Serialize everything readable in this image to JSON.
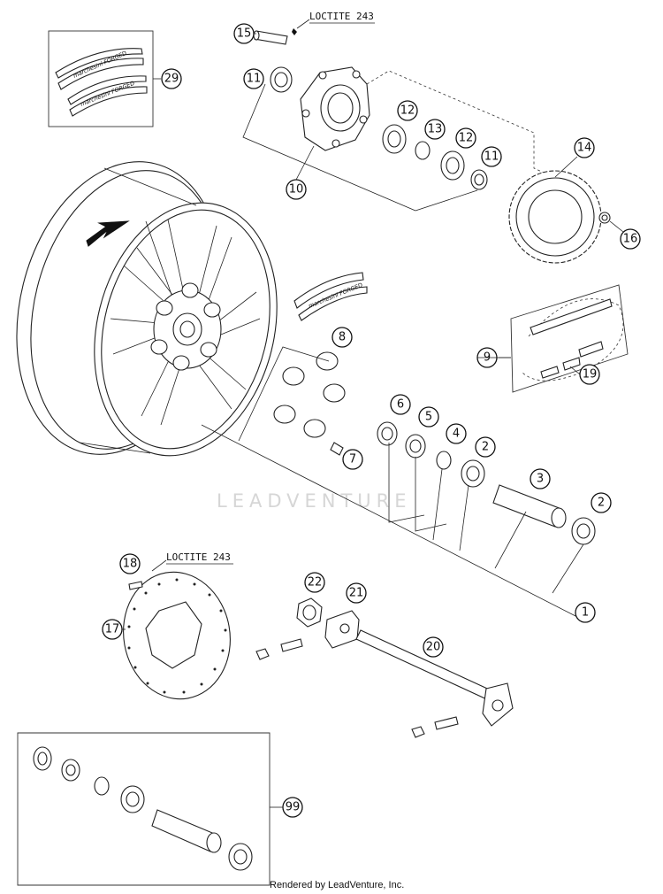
{
  "callouts": [
    {
      "id": "1",
      "label": "1"
    },
    {
      "id": "2a",
      "label": "2"
    },
    {
      "id": "2b",
      "label": "2"
    },
    {
      "id": "3",
      "label": "3"
    },
    {
      "id": "4",
      "label": "4"
    },
    {
      "id": "5",
      "label": "5"
    },
    {
      "id": "6",
      "label": "6"
    },
    {
      "id": "7",
      "label": "7"
    },
    {
      "id": "8",
      "label": "8"
    },
    {
      "id": "9",
      "label": "9"
    },
    {
      "id": "10",
      "label": "10"
    },
    {
      "id": "11a",
      "label": "11"
    },
    {
      "id": "11b",
      "label": "11"
    },
    {
      "id": "12a",
      "label": "12"
    },
    {
      "id": "12b",
      "label": "12"
    },
    {
      "id": "13",
      "label": "13"
    },
    {
      "id": "14",
      "label": "14"
    },
    {
      "id": "15",
      "label": "15"
    },
    {
      "id": "16",
      "label": "16"
    },
    {
      "id": "17",
      "label": "17"
    },
    {
      "id": "18",
      "label": "18"
    },
    {
      "id": "19",
      "label": "19"
    },
    {
      "id": "20",
      "label": "20"
    },
    {
      "id": "21",
      "label": "21"
    },
    {
      "id": "22",
      "label": "22"
    },
    {
      "id": "29",
      "label": "29"
    },
    {
      "id": "99",
      "label": "99"
    }
  ],
  "notes": {
    "loctite_top": "LOCTITE 243",
    "loctite_bottom": "LOCTITE 243"
  },
  "decals": {
    "brand_text": "marchesini FORGED"
  },
  "watermark": "LEADVENTURE",
  "footer": "Rendered by LeadVenture, Inc."
}
